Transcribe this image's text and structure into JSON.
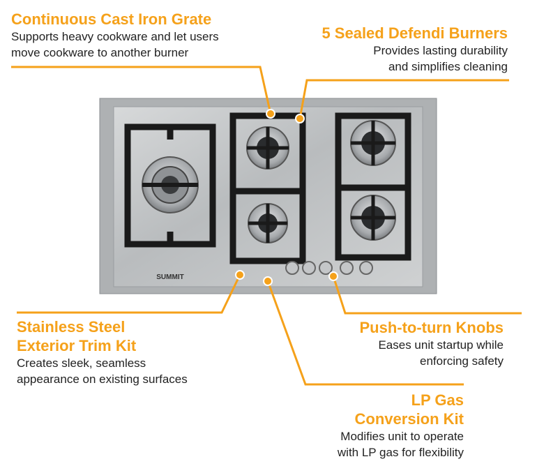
{
  "colors": {
    "accent": "#f5a11a",
    "text": "#222222",
    "steel": "#c9cbcd"
  },
  "callouts": {
    "grate": {
      "title": "Continuous Cast Iron Grate",
      "desc": [
        "Supports heavy cookware and let users",
        "move cookware to another burner"
      ]
    },
    "burners": {
      "title": "5 Sealed Defendi Burners",
      "desc": [
        "Provides lasting durability",
        "and simplifies cleaning"
      ]
    },
    "trim": {
      "title": [
        "Stainless Steel",
        "Exterior Trim Kit"
      ],
      "desc": [
        "Creates sleek, seamless",
        "appearance on existing surfaces"
      ]
    },
    "knobs": {
      "title": "Push-to-turn Knobs",
      "desc": [
        "Eases unit startup while",
        "enforcing safety"
      ]
    },
    "lpgas": {
      "title": [
        "LP Gas",
        "Conversion Kit"
      ],
      "desc": [
        "Modifies unit to operate",
        "with LP gas for flexibility"
      ]
    }
  },
  "product": {
    "brand": "SUMMIT",
    "burner_count": 5,
    "knob_count": 5
  }
}
